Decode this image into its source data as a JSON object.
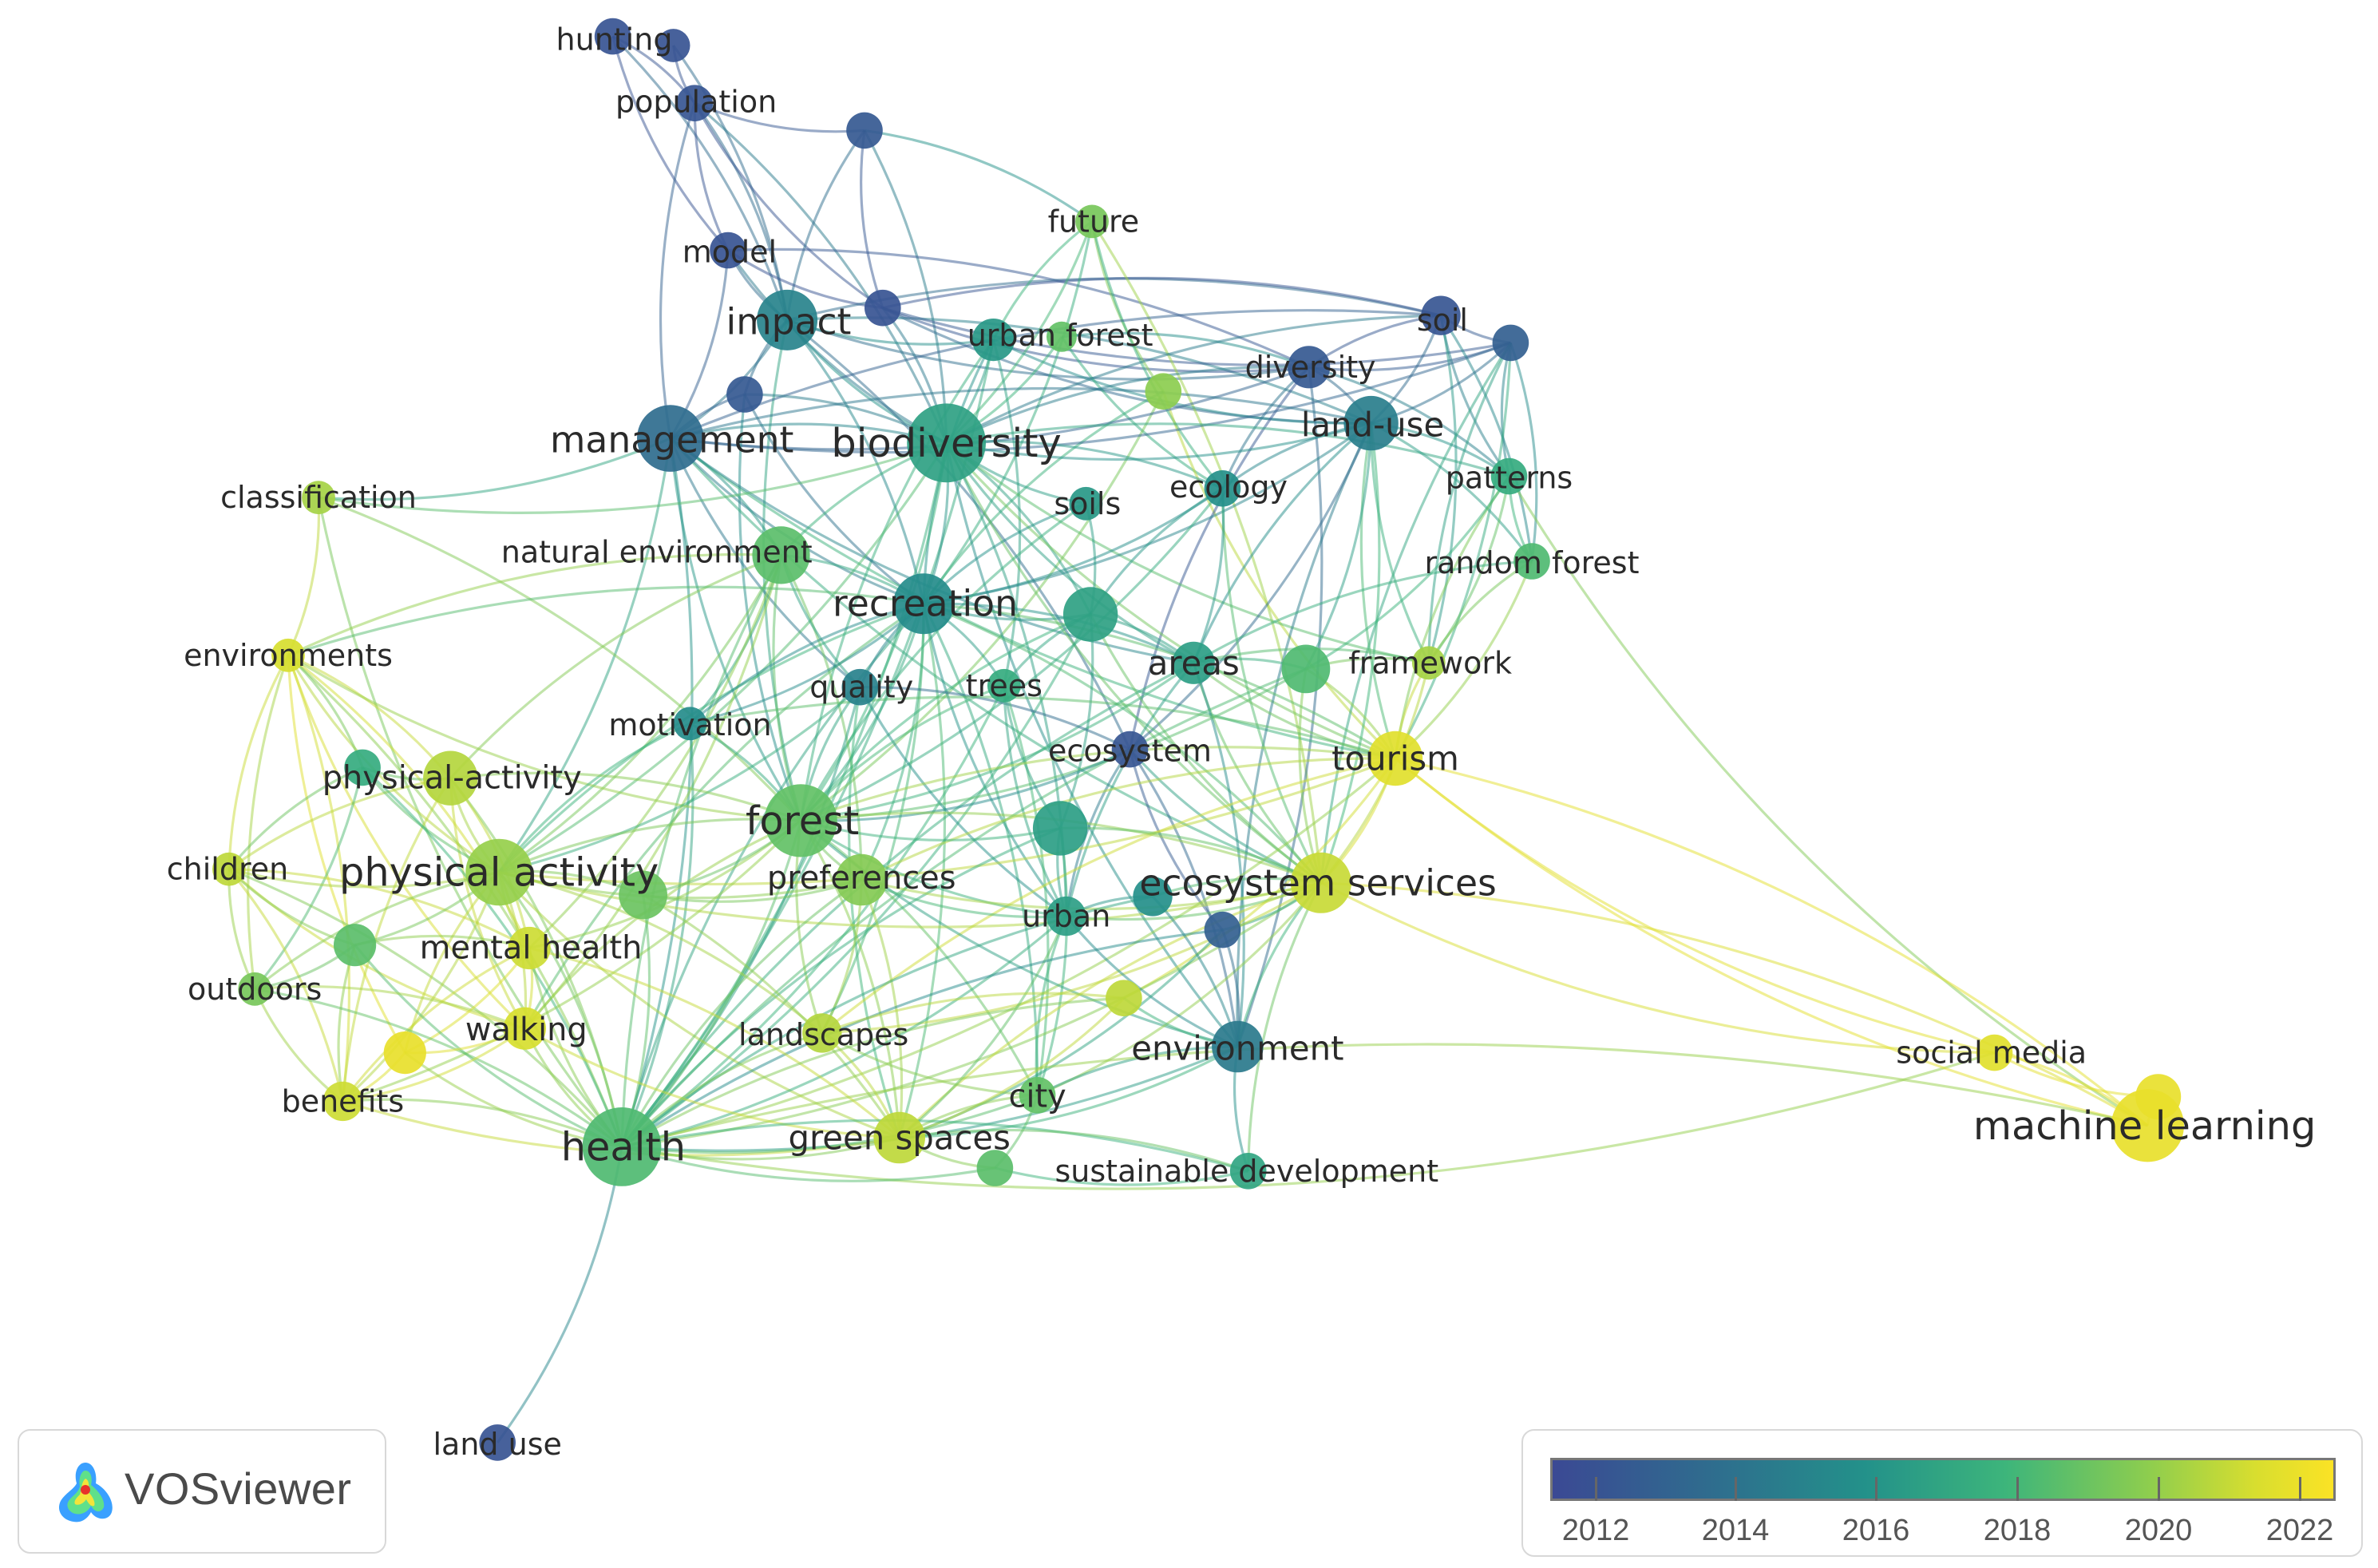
{
  "app": "VOSviewer",
  "colors": {
    "scale_start": "#3b4994",
    "scale_end": "#fbe325",
    "label": "#2a2a2a"
  },
  "legend": {
    "ticks": [
      "2012",
      "2014",
      "2016",
      "2018",
      "2020",
      "2022"
    ]
  },
  "nodes": [
    {
      "id": "hunting",
      "label": "hunting",
      "year": 2012.5
    },
    {
      "id": "hunting2",
      "label": "",
      "year": 2012.5
    },
    {
      "id": "population",
      "label": "population",
      "year": 2012.6
    },
    {
      "id": "n_top",
      "label": "",
      "year": 2012.8
    },
    {
      "id": "future",
      "label": "future",
      "year": 2019.5
    },
    {
      "id": "model",
      "label": "model",
      "year": 2012.5
    },
    {
      "id": "impact",
      "label": "impact",
      "year": 2015.3
    },
    {
      "id": "n_purple1",
      "label": "",
      "year": 2012.5
    },
    {
      "id": "urban_forest",
      "label": "urban forest",
      "year": 2016.5
    },
    {
      "id": "n_uf2",
      "label": "",
      "year": 2019.0
    },
    {
      "id": "n_yg1",
      "label": "",
      "year": 2020.0
    },
    {
      "id": "diversity",
      "label": "diversity",
      "year": 2012.8
    },
    {
      "id": "soil",
      "label": "soil",
      "year": 2012.6
    },
    {
      "id": "n_soil2",
      "label": "",
      "year": 2013.2
    },
    {
      "id": "n_blue1",
      "label": "",
      "year": 2012.8
    },
    {
      "id": "management",
      "label": "management",
      "year": 2014.0
    },
    {
      "id": "biodiversity",
      "label": "biodiversity",
      "year": 2017.0
    },
    {
      "id": "land_use_top",
      "label": "land-use",
      "year": 2015.0
    },
    {
      "id": "patterns",
      "label": "patterns",
      "year": 2017.5
    },
    {
      "id": "soils",
      "label": "soils",
      "year": 2016.5
    },
    {
      "id": "ecology",
      "label": "ecology",
      "year": 2016.0
    },
    {
      "id": "classification",
      "label": "classification",
      "year": 2020.5
    },
    {
      "id": "natural_environment",
      "label": "natural environment",
      "year": 2018.8
    },
    {
      "id": "random_forest",
      "label": "random forest",
      "year": 2018.5
    },
    {
      "id": "recreation",
      "label": "recreation",
      "year": 2015.8
    },
    {
      "id": "n_green_mid",
      "label": "",
      "year": 2017.0
    },
    {
      "id": "environments",
      "label": "environments",
      "year": 2021.5
    },
    {
      "id": "areas",
      "label": "areas",
      "year": 2016.8
    },
    {
      "id": "n_areas2",
      "label": "",
      "year": 2018.5
    },
    {
      "id": "framework",
      "label": "framework",
      "year": 2020.5
    },
    {
      "id": "quality",
      "label": "quality",
      "year": 2015.2
    },
    {
      "id": "trees",
      "label": "trees",
      "year": 2017.5
    },
    {
      "id": "motivation",
      "label": "motivation",
      "year": 2015.8
    },
    {
      "id": "ecosystem",
      "label": "ecosystem",
      "year": 2012.6
    },
    {
      "id": "tourism",
      "label": "tourism",
      "year": 2021.8
    },
    {
      "id": "physical_activity_h",
      "label": "physical-activity",
      "year": 2020.8
    },
    {
      "id": "n_pa_green",
      "label": "",
      "year": 2017.5
    },
    {
      "id": "forest",
      "label": "forest",
      "year": 2019.0
    },
    {
      "id": "n_teal_center",
      "label": "",
      "year": 2016.8
    },
    {
      "id": "children",
      "label": "children",
      "year": 2021.0
    },
    {
      "id": "physical_activity",
      "label": "physical activity",
      "year": 2020.2
    },
    {
      "id": "n_pa2",
      "label": "",
      "year": 2019.2
    },
    {
      "id": "preferences",
      "label": "preferences",
      "year": 2019.8
    },
    {
      "id": "ecosystem_services",
      "label": "ecosystem services",
      "year": 2021.2
    },
    {
      "id": "n_es_teal",
      "label": "",
      "year": 2016.0
    },
    {
      "id": "urban",
      "label": "urban",
      "year": 2016.8
    },
    {
      "id": "n_es_blue",
      "label": "",
      "year": 2013.2
    },
    {
      "id": "mental_health",
      "label": "mental health",
      "year": 2021.3
    },
    {
      "id": "n_mh_green",
      "label": "",
      "year": 2018.8
    },
    {
      "id": "outdoors",
      "label": "outdoors",
      "year": 2019.5
    },
    {
      "id": "walking",
      "label": "walking",
      "year": 2021.5
    },
    {
      "id": "n_walk_yellow",
      "label": "",
      "year": 2022.0
    },
    {
      "id": "landscapes",
      "label": "landscapes",
      "year": 2020.8
    },
    {
      "id": "n_yg2",
      "label": "",
      "year": 2021.0
    },
    {
      "id": "environment",
      "label": "environment",
      "year": 2014.8
    },
    {
      "id": "benefits",
      "label": "benefits",
      "year": 2021.3
    },
    {
      "id": "social_media",
      "label": "social media",
      "year": 2021.8
    },
    {
      "id": "n_ml_top",
      "label": "",
      "year": 2022.0
    },
    {
      "id": "machine_learning",
      "label": "machine learning",
      "year": 2022.0
    },
    {
      "id": "city",
      "label": "city",
      "year": 2019.0
    },
    {
      "id": "health",
      "label": "health",
      "year": 2018.5
    },
    {
      "id": "green_spaces",
      "label": "green spaces",
      "year": 2021.0
    },
    {
      "id": "n_gs_green",
      "label": "",
      "year": 2018.8
    },
    {
      "id": "sustainable_development",
      "label": "sustainable development",
      "year": 2017.2
    },
    {
      "id": "land_use",
      "label": "land use",
      "year": 2012.5
    }
  ]
}
